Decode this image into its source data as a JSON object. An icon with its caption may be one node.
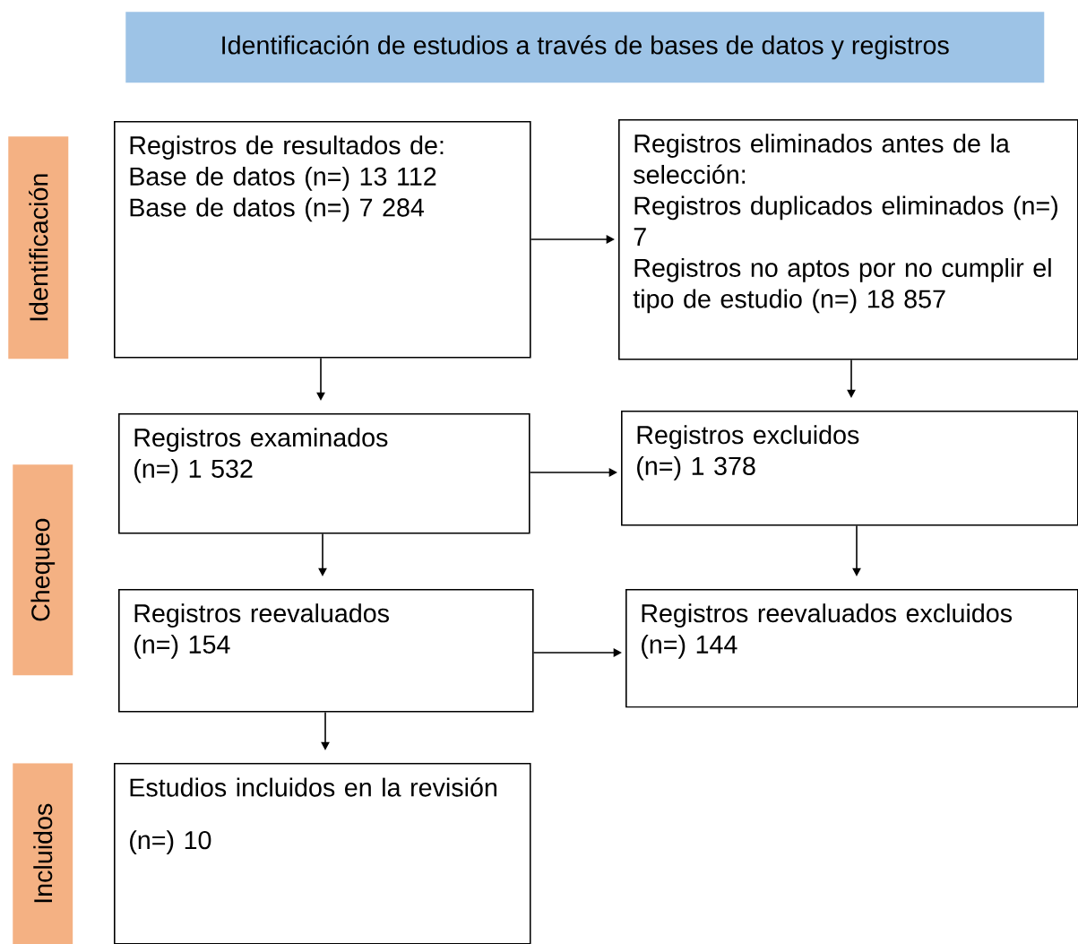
{
  "diagram": {
    "title": "Identificación de estudios a través de bases de datos y registros",
    "nodes": [
      {
        "text": [
          "Identificación"
        ]
      },
      {
        "text": [
          "Chequeo"
        ]
      },
      {
        "text": [
          "Incluidos"
        ]
      },
      {
        "text": [
          "Registros de resultados de:",
          "Base de datos (n=) 13 112",
          "Base de datos (n=) 7 284"
        ]
      },
      {
        "text": [
          "Registros eliminados antes de la selección:",
          "Registros duplicados eliminados (n=) 7",
          "Registros no aptos por no cumplir el tipo de estudio (n=) 18 857"
        ]
      },
      {
        "text": [
          "Registros examinados",
          "(n=) 1 532"
        ]
      },
      {
        "text": [
          "Registros excluidos",
          "(n=) 1 378"
        ]
      },
      {
        "text": [
          "Registros reevaluados",
          "(n=) 154"
        ]
      },
      {
        "text": [
          "Registros reevaluados excluidos",
          "(n=) 144"
        ]
      },
      {
        "text": [
          "Estudios incluidos en la revisión",
          "(n=) 10"
        ]
      }
    ],
    "edges": [
      {
        "from": 3,
        "to": 4,
        "arrow": "to"
      },
      {
        "from": 3,
        "to": 5,
        "arrow": "to"
      },
      {
        "from": 4,
        "to": 6,
        "arrow": "to"
      },
      {
        "from": 5,
        "to": 6,
        "arrow": "to"
      },
      {
        "from": 5,
        "to": 7,
        "arrow": "to"
      },
      {
        "from": 6,
        "to": 8,
        "arrow": "to"
      },
      {
        "from": 7,
        "to": 8,
        "arrow": "to"
      },
      {
        "from": 7,
        "to": 9,
        "arrow": "to"
      }
    ]
  }
}
